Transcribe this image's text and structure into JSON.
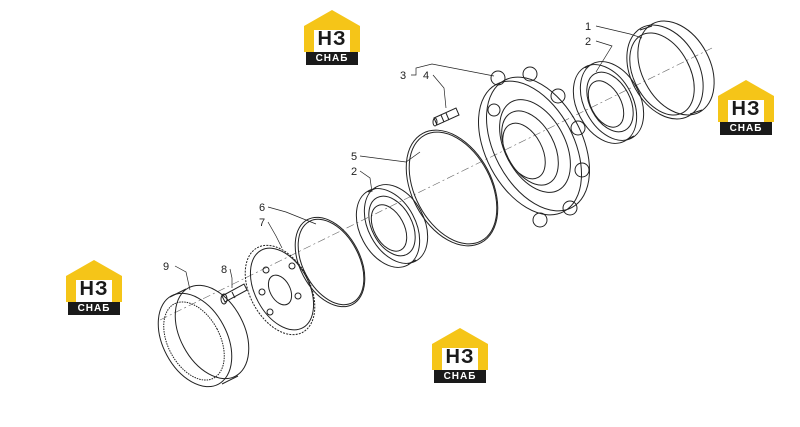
{
  "watermark": {
    "mark": "НЗ",
    "word": "СНАБ",
    "color_yellow": "#f5c518",
    "color_dark": "#1a1a1a"
  },
  "callouts": {
    "c1": "1",
    "c2a": "2",
    "c3": "3",
    "c4": "4",
    "c5": "5",
    "c2b": "2",
    "c6": "6",
    "c7": "7",
    "c8": "8",
    "c9": "9"
  },
  "line_color": "#222222"
}
